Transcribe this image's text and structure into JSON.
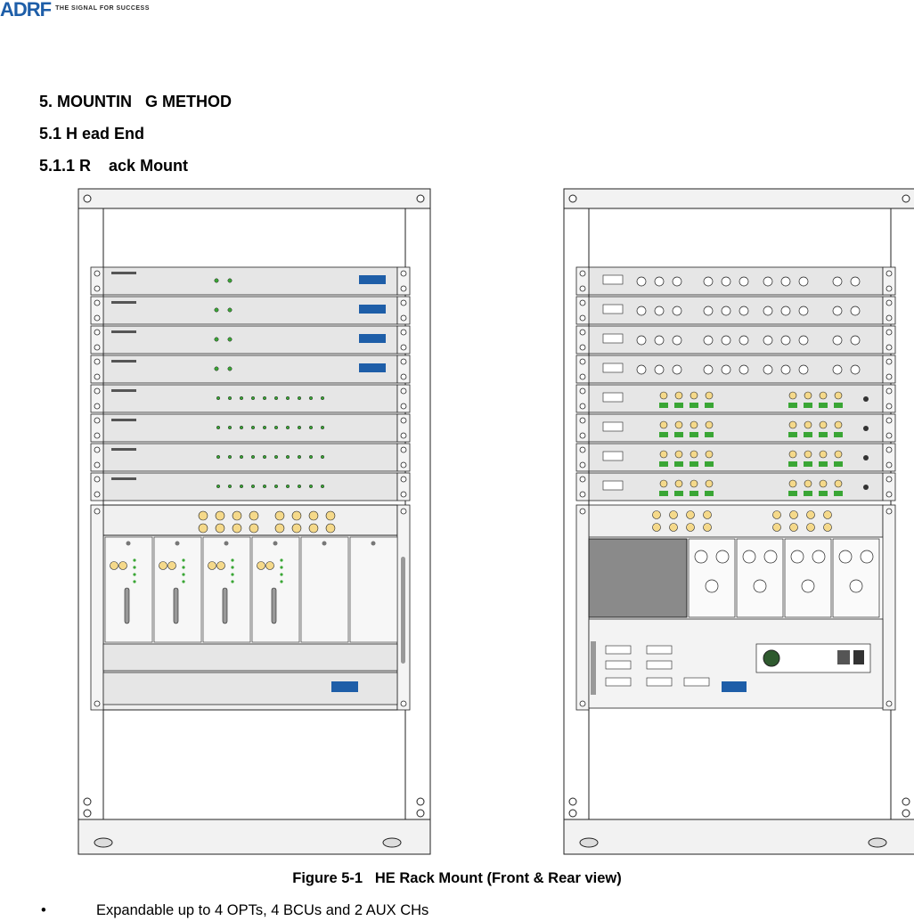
{
  "logo": {
    "text": "ADRF",
    "tagline": "THE SIGNAL FOR SUCCESS"
  },
  "headings": {
    "h1": "5. MOUNTIN   G METHOD",
    "h2": "5.1 H ead End",
    "h3": "5.1.1 R    ack Mount"
  },
  "figure": {
    "caption": "Figure 5-1   HE Rack Mount (Front & Rear view)"
  },
  "bullets": [
    {
      "symbol": "•",
      "text": "Expandable up to 4 OPTs, 4 BCUs and 2 AUX CHs"
    }
  ],
  "colors": {
    "brand_blue": "#1e5ea8",
    "panel_gray": "#e6e6e6",
    "dark_panel": "#8a8a8a",
    "led_green": "#3aa635"
  }
}
